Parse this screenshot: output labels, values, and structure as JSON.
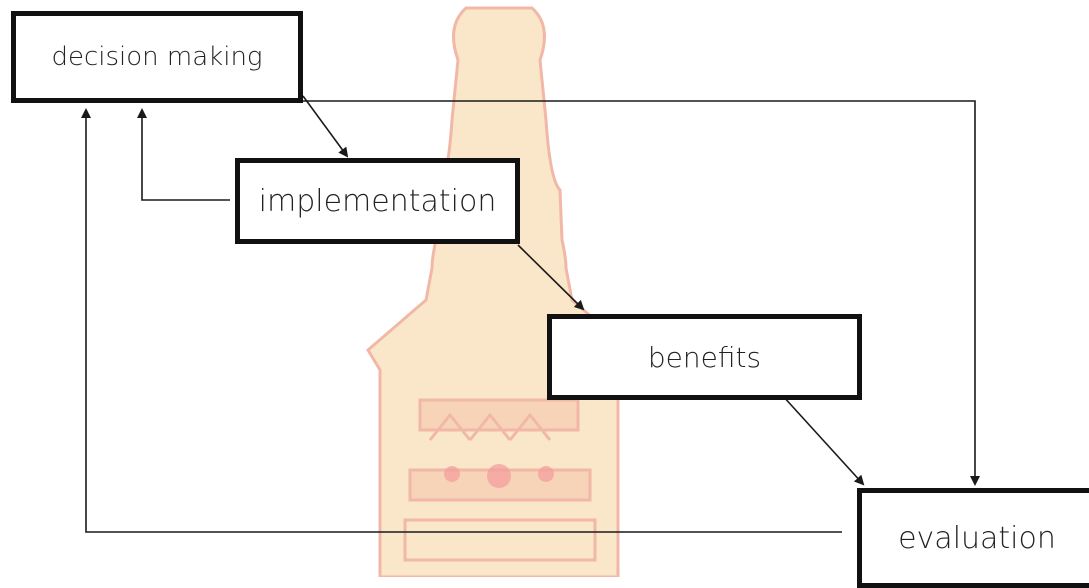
{
  "diagram": {
    "nodes": {
      "decision": {
        "label": "decision making"
      },
      "implementation": {
        "label": "implementation"
      },
      "benefits": {
        "label": "benefits"
      },
      "evaluation": {
        "label": "evaluation"
      }
    },
    "edges": [
      {
        "from": "decision making",
        "to": "implementation"
      },
      {
        "from": "implementation",
        "to": "decision making"
      },
      {
        "from": "implementation",
        "to": "benefits"
      },
      {
        "from": "benefits",
        "to": "evaluation"
      },
      {
        "from": "decision making",
        "to": "evaluation"
      },
      {
        "from": "evaluation",
        "to": "decision making"
      }
    ],
    "colors": {
      "box_border": "#111111",
      "arrow": "#1a1a1a",
      "watermark_fill": "#f7d7a6",
      "watermark_outline": "#e88a70"
    }
  }
}
